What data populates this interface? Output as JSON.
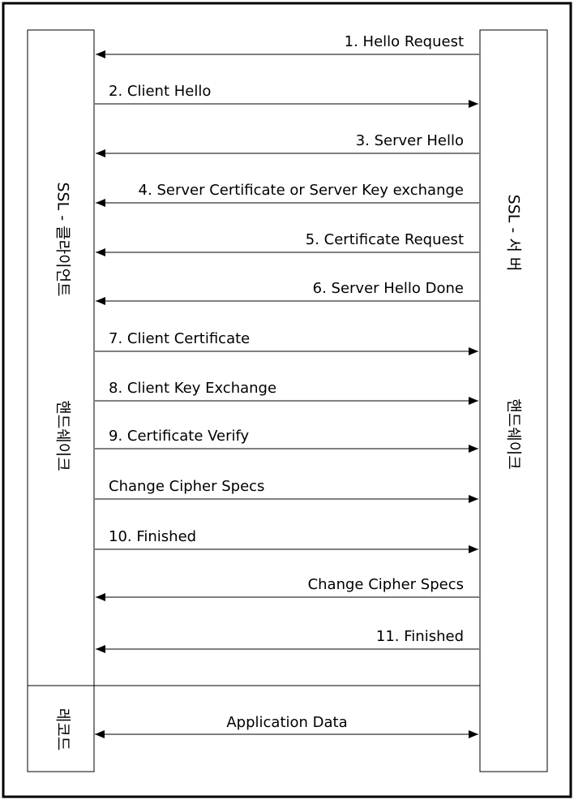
{
  "client": {
    "title_top": "SSL - 클라이언트",
    "title_bottom": "핸드쉐이크",
    "record_label": "레코드"
  },
  "server": {
    "title_top": "SSL - 서 버",
    "title_bottom": "핸드쉐이크"
  },
  "messages": [
    {
      "label": "1. Hello Request",
      "direction": "to-client"
    },
    {
      "label": "2. Client Hello",
      "direction": "to-server"
    },
    {
      "label": "3. Server Hello",
      "direction": "to-client"
    },
    {
      "label": "4. Server Certificate or Server Key exchange",
      "direction": "to-client"
    },
    {
      "label": "5. Certificate Request",
      "direction": "to-client"
    },
    {
      "label": "6. Server Hello Done",
      "direction": "to-client"
    },
    {
      "label": "7. Client Certificate",
      "direction": "to-server"
    },
    {
      "label": "8. Client Key Exchange",
      "direction": "to-server"
    },
    {
      "label": "9. Certificate Verify",
      "direction": "to-server"
    },
    {
      "label": "Change Cipher Specs",
      "direction": "to-server"
    },
    {
      "label": "10. Finished",
      "direction": "to-server"
    },
    {
      "label": "Change Cipher Specs",
      "direction": "to-client"
    },
    {
      "label": "11. Finished",
      "direction": "to-client"
    }
  ],
  "application_data": {
    "label": "Application Data",
    "direction": "both"
  }
}
